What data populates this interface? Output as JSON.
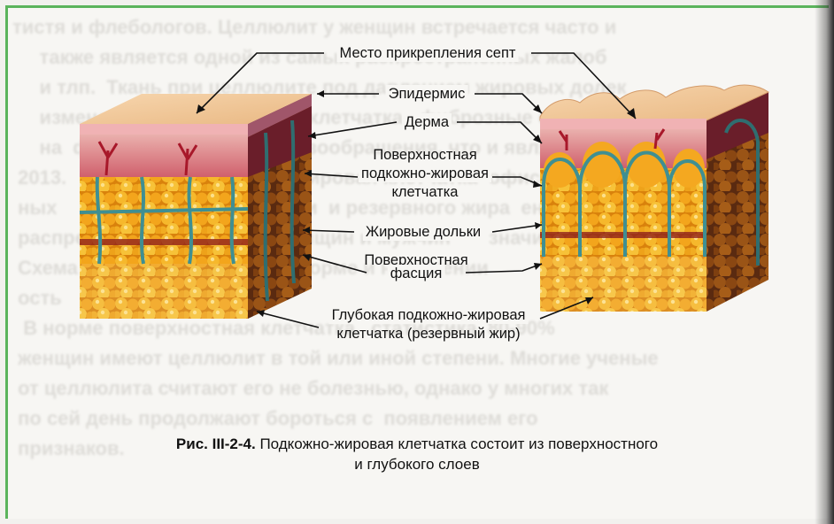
{
  "labels": {
    "septa": "Место прикрепления септ",
    "epidermis": "Эпидермис",
    "dermis": "Дерма",
    "superficial_fat_1": "Поверхностная",
    "superficial_fat_2": "подкожно-жировая",
    "superficial_fat_3": "клетчатка",
    "lobules": "Жировые дольки",
    "fascia_1": "Поверхностная",
    "fascia_2": "фасция",
    "deep_fat_1": "Глубокая подкожно-жировая",
    "deep_fat_2": "клетчатка (резервный жир)"
  },
  "caption": {
    "prefix": "Рис. III-2-4.",
    "line1": " Подкожно-жировая клетчатка состоит из поверхностного",
    "line2": "и глубокого слоев"
  },
  "colors": {
    "frame": "#5bb45c",
    "skin_top": "#f0c79a",
    "epidermis": "#e6a0a4",
    "dermis": "#c9485a",
    "fat": "#f2a21a",
    "septa": "#3f8f92",
    "fascia": "#8a1a1c"
  }
}
